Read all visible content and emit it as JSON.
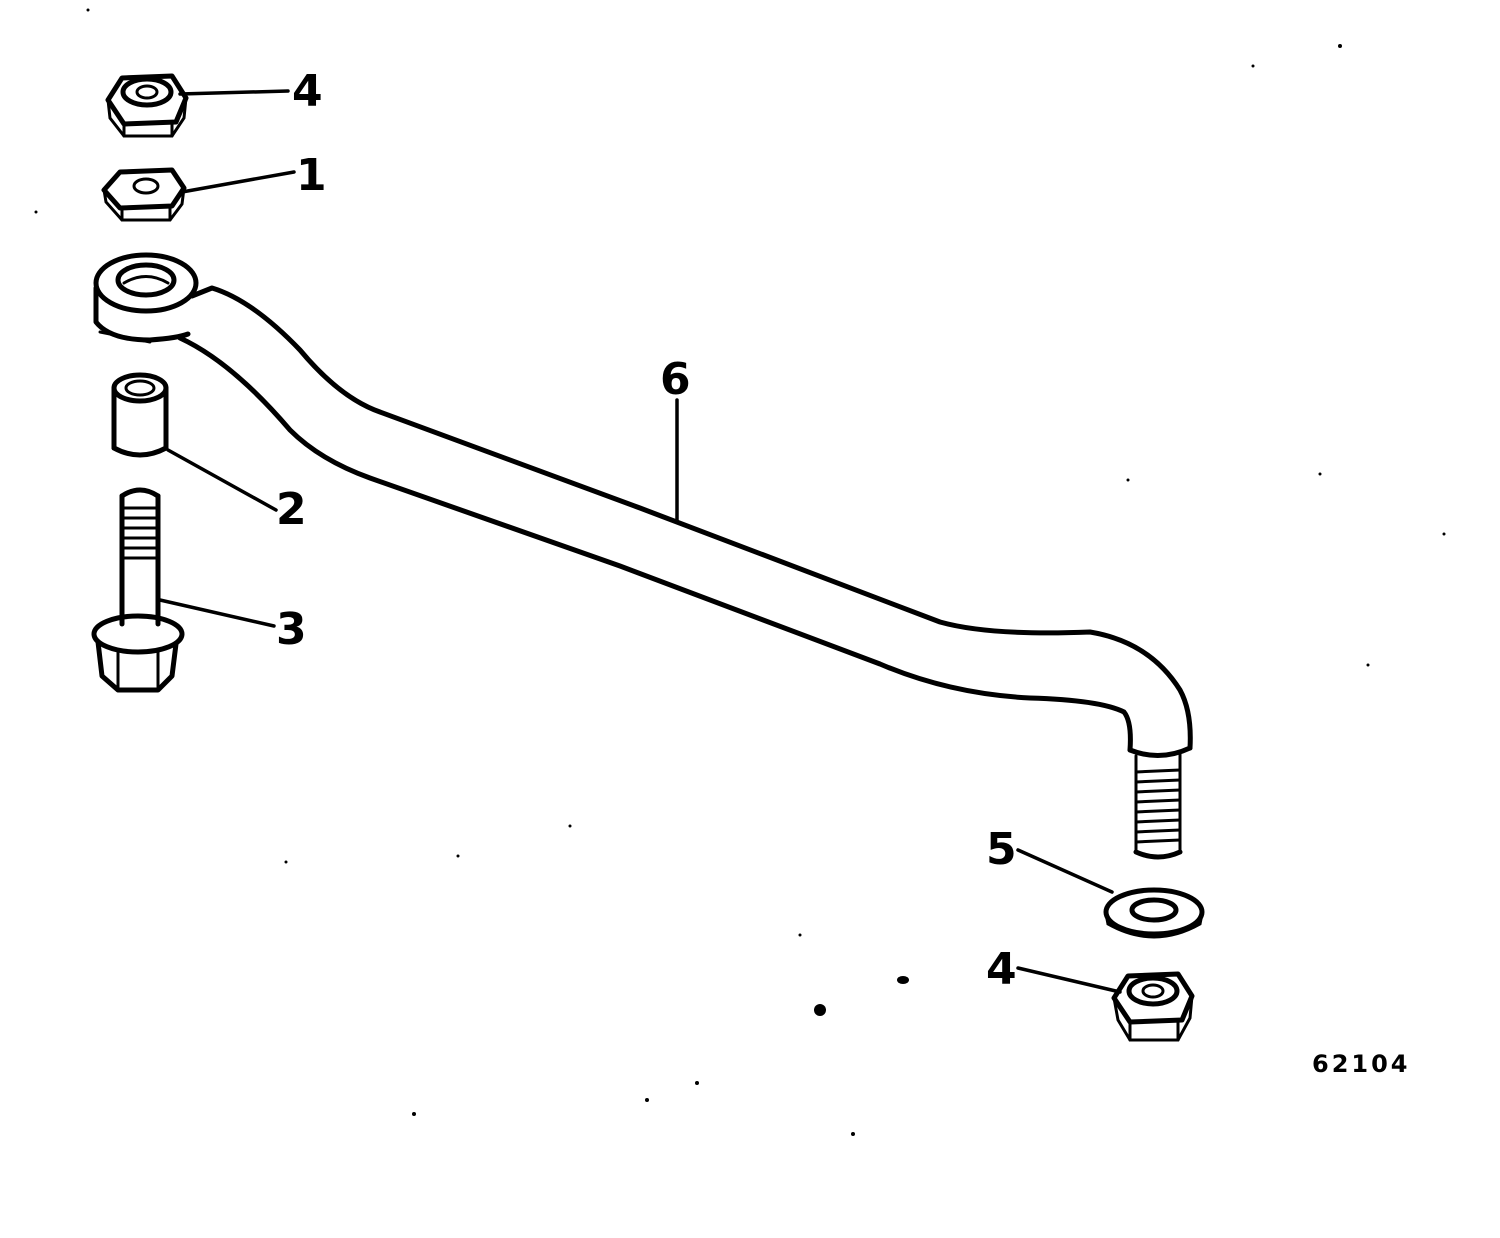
{
  "callouts": {
    "nut_top": "4",
    "hex_nut": "1",
    "spacer": "2",
    "bolt": "3",
    "washer": "5",
    "nut_bottom": "4",
    "link_rod": "6"
  },
  "figure_id": "62104",
  "colors": {
    "ink": "#000000",
    "background": "#ffffff"
  }
}
